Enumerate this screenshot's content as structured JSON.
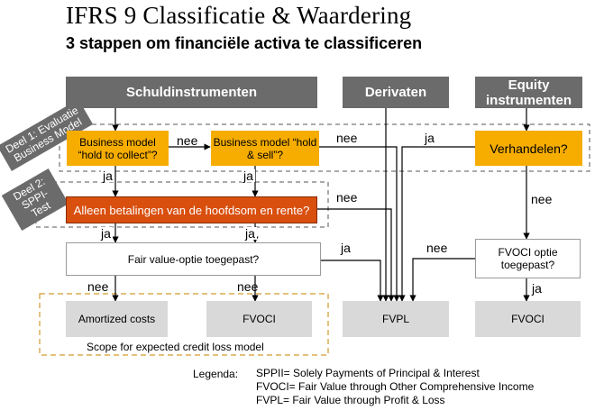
{
  "title": "IFRS 9 Classificatie & Waardering",
  "subtitle": "3 stappen om financiële activa te classificeren",
  "headers": {
    "debt": "Schuldinstrumenten",
    "derivatives": "Derivaten",
    "equity": "Equity instrumenten"
  },
  "steps": {
    "deel1": "Deel 1: Evaluatie Business Model",
    "deel2": "Deel 2: SPPI-Test"
  },
  "boxes": {
    "hold_collect": "Business model “hold to collect”?",
    "hold_sell": "Business model “hold & sell”?",
    "trading": "Verhandelen?",
    "sppi": "Alleen betalingen van de hoofdsom en rente?",
    "fv_option": "Fair value-optie toegepast?",
    "fvoci_option": "FVOCI optie toegepast?",
    "amortized": "Amortized costs",
    "fvoci_debt": "FVOCI",
    "fvpl": "FVPL",
    "fvoci_equity": "FVOCI"
  },
  "labels": {
    "ja": "ja",
    "nee": "nee"
  },
  "scope": "Scope for expected credit loss model",
  "legend": {
    "key": "Legenda:",
    "lines": [
      "SPPII= Solely Payments of Principal & Interest",
      "FVOCI= Fair Value through Other Comprehensive Income",
      "FVPL= Fair Value through Profit & Loss"
    ]
  },
  "colors": {
    "header": "#6b6b6b",
    "yellow": "#f6ad00",
    "orange": "#d94f0e",
    "result": "#d9d9d9"
  }
}
